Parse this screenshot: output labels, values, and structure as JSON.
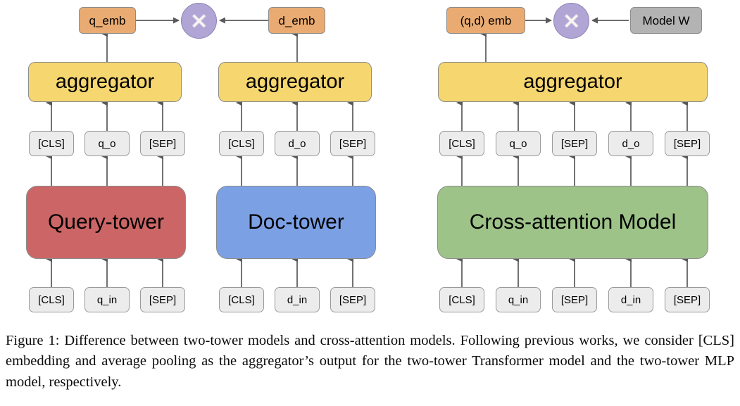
{
  "figure": {
    "caption": "Figure 1: Difference between two-tower models and cross-attention models. Following previous works, we consider [CLS] embedding and average pooling as the aggregator’s output for the two-tower Transformer model and the two-tower MLP model, respectively.",
    "colors": {
      "query_tower": "#cc6666",
      "doc_tower": "#7ba0e4",
      "cross_attention": "#9dc389",
      "aggregator": "#f5d66f",
      "embedding": "#e9ab72",
      "model_weight": "#b3b3b3",
      "multiply_node": "#b0a5d4",
      "token": "#ececec",
      "edge": "#595959"
    },
    "panels": [
      {
        "id": "two-tower",
        "towers": [
          {
            "id": "query",
            "tower_label": "Query-tower",
            "aggregator_label": "aggregator",
            "embedding_label": "q_emb",
            "input_tokens": [
              "[CLS]",
              "q_in",
              "[SEP]"
            ],
            "output_tokens": [
              "[CLS]",
              "q_o",
              "[SEP]"
            ]
          },
          {
            "id": "doc",
            "tower_label": "Doc-tower",
            "aggregator_label": "aggregator",
            "embedding_label": "d_emb",
            "input_tokens": [
              "[CLS]",
              "d_in",
              "[SEP]"
            ],
            "output_tokens": [
              "[CLS]",
              "d_o",
              "[SEP]"
            ]
          }
        ],
        "combiner": {
          "operator": "×",
          "icon": "multiply-icon"
        }
      },
      {
        "id": "cross-attention",
        "towers": [
          {
            "id": "cross",
            "tower_label": "Cross-attention Model",
            "aggregator_label": "aggregator",
            "embedding_label": "(q,d) emb",
            "input_tokens": [
              "[CLS]",
              "q_in",
              "[SEP]",
              "d_in",
              "[SEP]"
            ],
            "output_tokens": [
              "[CLS]",
              "q_o",
              "[SEP]",
              "d_o",
              "[SEP]"
            ]
          }
        ],
        "weight_label": "Model W",
        "combiner": {
          "operator": "×",
          "icon": "multiply-icon"
        }
      }
    ]
  }
}
